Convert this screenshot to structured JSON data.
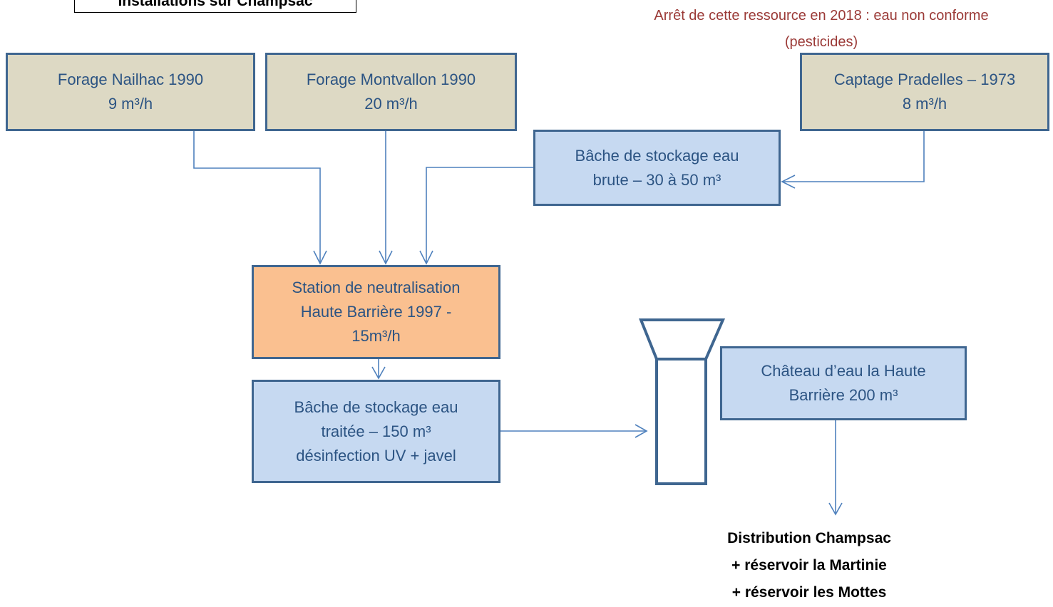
{
  "title": "Installations sur Champsac",
  "note": {
    "line1": "Arrêt de cette ressource en 2018 : eau non conforme",
    "line2": "(pesticides)"
  },
  "sources": {
    "nailhac": {
      "name": "Forage Nailhac  1990",
      "flow": "9 m³/h"
    },
    "montvallon": {
      "name": "Forage Montvallon  1990",
      "flow": "20 m³/h"
    },
    "pradelles": {
      "name": "Captage Pradelles – 1973",
      "flow": "8 m³/h"
    }
  },
  "bache_brute": {
    "line1": "Bâche de stockage eau",
    "line2": "brute  – 30 à 50 m³"
  },
  "station": {
    "line1": "Station de neutralisation",
    "line2": "Haute Barrière 1997 -",
    "line3": "15m³/h"
  },
  "bache_traitee": {
    "line1": "Bâche de stockage eau",
    "line2": "traitée – 150 m³",
    "line3": "désinfection UV + javel"
  },
  "chateau": {
    "line1": "Château d’eau la Haute",
    "line2": "Barrière 200 m³"
  },
  "distribution": {
    "line1": "Distribution Champsac",
    "line2": "+ réservoir la Martinie",
    "line3": "+ réservoir les Mottes"
  },
  "colors": {
    "source_fill": "#ddd9c4",
    "storage_fill": "#c6d9f1",
    "station_fill": "#fac090",
    "border": "#3f6690",
    "text": "#2c5483",
    "note_text": "#9b3a37"
  }
}
